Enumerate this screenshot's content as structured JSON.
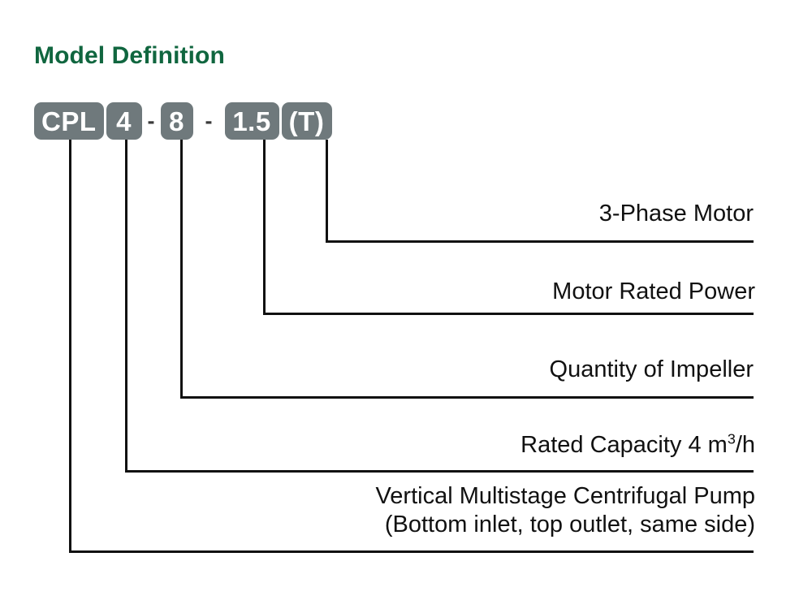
{
  "page": {
    "title": "Model Definition",
    "title_color": "#10663f",
    "background": "#ffffff",
    "box_color": "#6f797c",
    "box_text_color": "#ffffff",
    "leader_line_color": "#111111",
    "label_color": "#111111"
  },
  "model_code": {
    "full": "CPL4-8-1.5(T)",
    "segments": [
      {
        "id": "series",
        "text": "CPL",
        "type": "box"
      },
      {
        "id": "sep0",
        "text": "",
        "type": "gap"
      },
      {
        "id": "capacity",
        "text": "4",
        "type": "box"
      },
      {
        "id": "sep1",
        "text": "-",
        "type": "separator"
      },
      {
        "id": "stages",
        "text": "8",
        "type": "box"
      },
      {
        "id": "sep2",
        "text": "-",
        "type": "separator"
      },
      {
        "id": "power",
        "text": "1.5",
        "type": "box"
      },
      {
        "id": "sep3",
        "text": "",
        "type": "gap"
      },
      {
        "id": "phase",
        "text": "(T)",
        "type": "box"
      }
    ]
  },
  "callouts": [
    {
      "id": "phase",
      "label": "3-Phase Motor",
      "source_segment": "(T)"
    },
    {
      "id": "power",
      "label": "Motor Rated Power",
      "source_segment": "1.5"
    },
    {
      "id": "impeller",
      "label": "Quantity of Impeller",
      "source_segment": "8"
    },
    {
      "id": "capacity",
      "label_prefix": "Rated Capacity  4 m",
      "label_sup": "3",
      "label_suffix": "/h",
      "source_segment": "4"
    },
    {
      "id": "pump",
      "label_line1": "Vertical Multistage Centrifugal Pump",
      "label_line2": "(Bottom inlet, top outlet, same side)",
      "source_segment": "CPL"
    }
  ]
}
